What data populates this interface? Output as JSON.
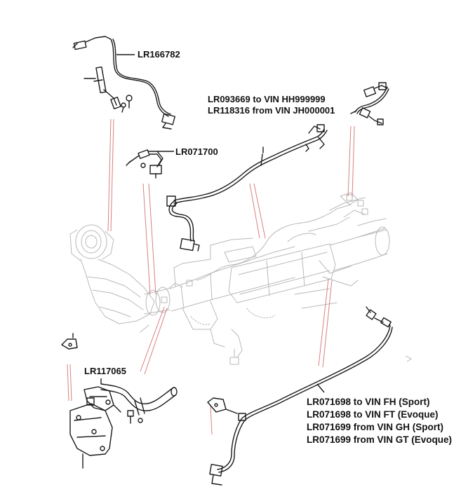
{
  "labels": {
    "part_1": "LR166782",
    "part_2a": "LR093669 to VIN HH999999",
    "part_2b": "LR118316 from VIN JH000001",
    "part_3": "LR071700",
    "part_4": "LR117065",
    "part_5a": "LR071698 to VIN FH (Sport)",
    "part_5b": "LR071698 to VIN FT (Evoque)",
    "part_5c": "LR071699 from VIN GH (Sport)",
    "part_5d": "LR071699 from VIN GT (Evoque)"
  },
  "colors": {
    "line": "#1a1a1a",
    "ghost": "#b9b9b9",
    "leader_red": "#d98080"
  }
}
